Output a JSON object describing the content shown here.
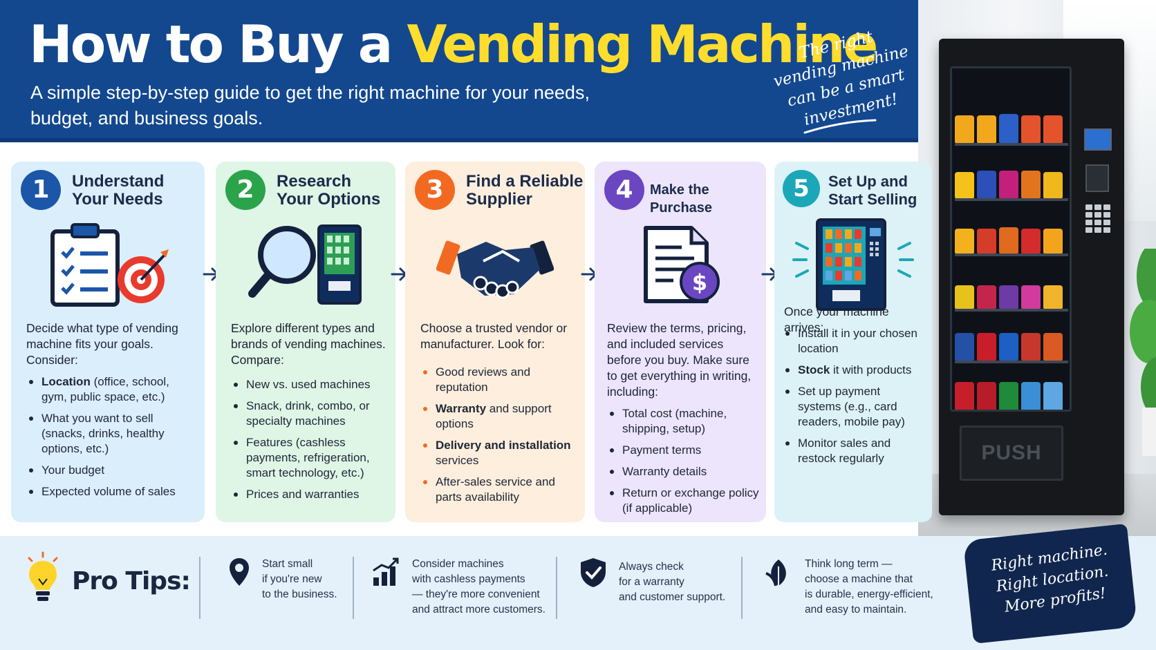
{
  "header": {
    "title_main": "How to Buy a ",
    "title_highlight": "Vending Machine",
    "subtitle": "A simple step-by-step guide to get the right machine for your needs, budget, and business goals.",
    "callout": "The right vending machine can be a smart investment!"
  },
  "colors": {
    "header_bg": "#13488f",
    "highlight": "#ffdd2d",
    "step1": "#1b56a8",
    "step2": "#2ba34a",
    "step3": "#f26a21",
    "step4": "#6b46c1",
    "step5": "#1ba7b8",
    "badge_bg": "#10264e"
  },
  "steps": [
    {
      "number": "1",
      "title_line1": "Understand",
      "title_line2": "Your Needs",
      "icon": "clipboard-target-icon",
      "intro": "Decide what type of vending machine fits your goals. Consider:",
      "items": [
        {
          "bold": "Location",
          "text": " (office, school, gym, public space, etc.)"
        },
        {
          "bold": "",
          "text": "What you want to sell (snacks, drinks, healthy options, etc.)"
        },
        {
          "bold": "",
          "text": "Your budget"
        },
        {
          "bold": "",
          "text": "Expected volume of sales"
        }
      ]
    },
    {
      "number": "2",
      "title_line1": "Research",
      "title_line2": "Your Options",
      "icon": "magnifier-vending-icon",
      "intro": "Explore different types and brands of vending machines. Compare:",
      "items": [
        {
          "bold": "",
          "text": "New vs. used machines"
        },
        {
          "bold": "",
          "text": "Snack, drink, combo, or specialty machines"
        },
        {
          "bold": "",
          "text": "Features (cashless payments, refrigeration, smart technology, etc.)"
        },
        {
          "bold": "",
          "text": "Prices and warranties"
        }
      ]
    },
    {
      "number": "3",
      "title_line1": "Find a Reliable",
      "title_line2": "Supplier",
      "icon": "handshake-icon",
      "intro": "Choose a trusted vendor or manufacturer. Look for:",
      "items": [
        {
          "bold": "",
          "text": "Good reviews and reputation"
        },
        {
          "bold": "Warranty",
          "text": " and support options"
        },
        {
          "bold": "Delivery and installation",
          "text": " services"
        },
        {
          "bold": "",
          "text": "After-sales service and parts availability"
        }
      ]
    },
    {
      "number": "4",
      "title_line1": "Make the Purchase",
      "title_line2": "",
      "icon": "invoice-dollar-icon",
      "intro": "Review the terms, pricing, and included services before you buy. Make sure to get everything in writing, including:",
      "items": [
        {
          "bold": "",
          "text": "Total cost (machine, shipping, setup)"
        },
        {
          "bold": "",
          "text": "Payment terms"
        },
        {
          "bold": "",
          "text": "Warranty details"
        },
        {
          "bold": "",
          "text": "Return or exchange policy (if applicable)"
        }
      ]
    },
    {
      "number": "5",
      "title_line1": "Set Up and",
      "title_line2": "Start Selling",
      "icon": "vending-machine-icon",
      "intro": "Once your machine arrives:",
      "items": [
        {
          "bold": "",
          "text": "Install it in your chosen location"
        },
        {
          "bold": "Stock",
          "text": " it with products"
        },
        {
          "bold": "",
          "text": "Set up payment systems (e.g., card readers, mobile pay)"
        },
        {
          "bold": "",
          "text": "Monitor sales and restock regularly"
        }
      ]
    }
  ],
  "photo": {
    "push_label": "PUSH"
  },
  "tips": {
    "label": "Pro Tips:",
    "items": [
      {
        "icon": "location-pin-icon",
        "lines": [
          "Start small",
          "if you're new",
          "to the business."
        ]
      },
      {
        "icon": "growth-chart-icon",
        "lines": [
          "Consider machines",
          "with cashless payments",
          "— they're more convenient",
          "and attract more customers."
        ]
      },
      {
        "icon": "shield-check-icon",
        "lines": [
          "Always check",
          "for a warranty",
          "and customer support."
        ]
      },
      {
        "icon": "leaf-icon",
        "lines": [
          "Think long term —",
          "choose a machine that",
          "is durable, energy-efficient,",
          "and easy to maintain."
        ]
      }
    ],
    "badge": "Right machine. Right location. More profits!"
  }
}
